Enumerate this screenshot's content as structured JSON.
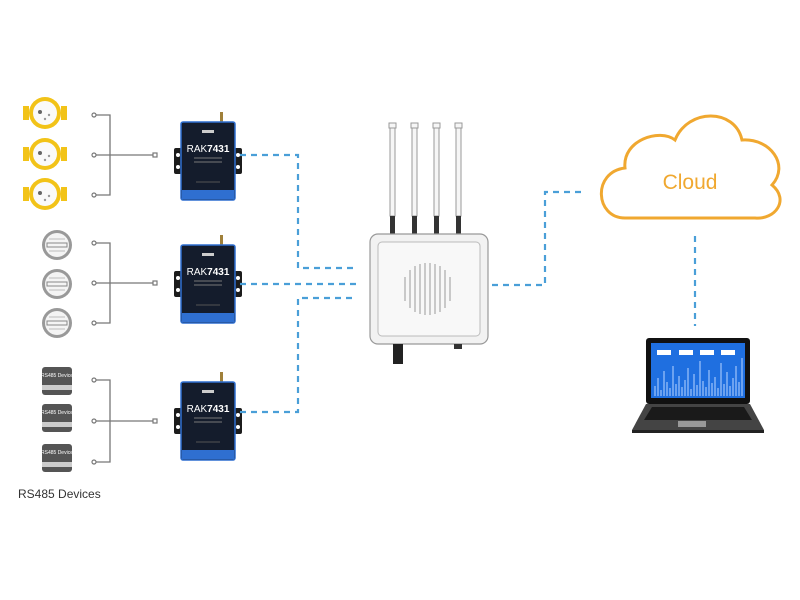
{
  "labels": {
    "rs485_caption": "RS485 Devices",
    "cloud": "Cloud",
    "rs485_device": "RS485 Device",
    "rak_model_prefix": "RAK",
    "rak_model_number": "7431"
  },
  "colors": {
    "link": "#4a9fd8",
    "cloud": "#f0a830",
    "water_meter": "#f2c318",
    "rak_body": "#141c2c",
    "rak_accent": "#2f6fd0",
    "laptop_screen": "#1f6fe0"
  },
  "icons": [
    "water-meter-icon",
    "electricity-meter-icon",
    "rs485-device-icon",
    "rak7431-converter-icon",
    "lora-gateway-icon",
    "cloud-icon",
    "laptop-icon"
  ]
}
